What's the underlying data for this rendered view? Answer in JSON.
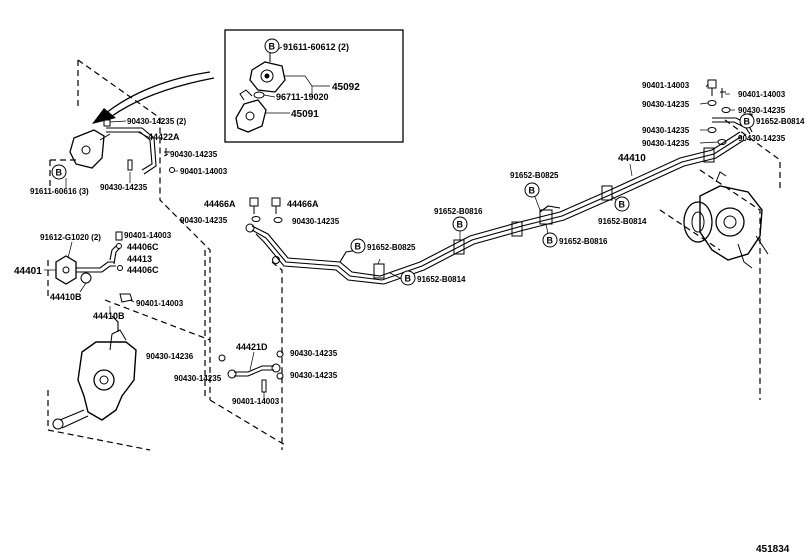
{
  "figure_id": "451834",
  "callout_letter": "B",
  "inset": {
    "bolt_label": "91611-60612 (2)",
    "oring_label": "96711-19020",
    "part_a": "45092",
    "part_b": "45091"
  },
  "left": {
    "gasket_top": "90430-14235 (2)",
    "tube_44422A": "44422A",
    "gasket_mid": "90430-14235",
    "bolt_mid": "90401-14003",
    "gasket_low": "90430-14235",
    "bolt_lower": "91611-60616 (3)",
    "bolt_g1020": "91612-G1020 (2)",
    "union_bolt_a": "90401-14003",
    "clip_44406C_a": "44406C",
    "tube_44413": "44413",
    "clip_44406C_b": "44406C",
    "part_44401": "44401",
    "part_44410B_a": "44410B",
    "union_bolt_b": "90401-14003",
    "part_44410B_b": "44410B",
    "gasket_bottom": "90430-14236",
    "gasket_bottom2": "90430-14235"
  },
  "center": {
    "clip_44466A_a": "44466A",
    "clip_44466A_b": "44466A",
    "gasket_c1": "90430-14235",
    "gasket_c2": "90430-14235",
    "clamp_b0825": "91652-B0825",
    "clamp_b0814": "91652-B0814",
    "clamp_b0816_left": "91652-B0816",
    "clamp_b0825_top": "91652-B0825",
    "clamp_b0816_right": "91652-B0816",
    "clamp_b0814_right": "91652-B0814",
    "pipe_44410": "44410",
    "hose_44421D": "44421D",
    "gasket_h1": "90430-14235",
    "gasket_h2": "90430-14235",
    "bolt_h": "90401-14003"
  },
  "right": {
    "bolt_r1": "90401-14003",
    "bolt_r2": "90401-14003",
    "gasket_r1": "90430-14235",
    "gasket_r2": "90430-14235",
    "clamp_r": "91652-B0814",
    "gasket_r3": "90430-14235",
    "gasket_r4": "90430-14235",
    "gasket_r5": "90430-14235"
  }
}
